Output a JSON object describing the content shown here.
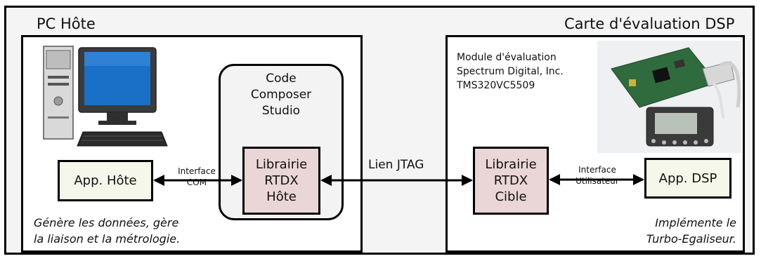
{
  "host_panel": {
    "title": "PC Hôte",
    "app_box": "App. Hôte",
    "description": "Génère les données, gère\nla liaison et la métrologie."
  },
  "ccs": {
    "label": "Code\nComposer\nStudio",
    "lib_box": "Librairie\nRTDX\nHôte"
  },
  "link": {
    "host_interface": "Interface\nCOM",
    "jtag": "Lien JTAG",
    "dsp_interface": "Interface\nUtilisateur"
  },
  "dsp_panel": {
    "title": "Carte d'évaluation DSP",
    "module_text": "Module d'évaluation\nSpectrum Digital, Inc.\nTMS320VC5509",
    "lib_box": "Librairie\nRTDX\nCible",
    "app_box": "App. DSP",
    "description": "Implémente le\nTurbo-Egaliseur."
  },
  "colors": {
    "green_box": "#f4f7ea",
    "pink_box": "#ead6d6"
  }
}
